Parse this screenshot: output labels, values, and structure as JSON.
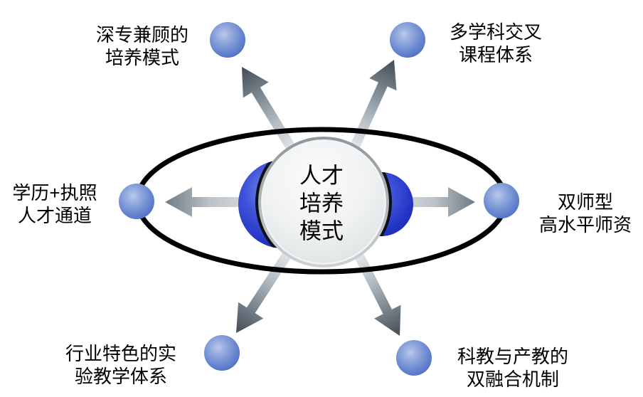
{
  "diagram": {
    "title": "人才培养模式",
    "center": {
      "line1": "人才",
      "line2": "培养",
      "line3": "模式"
    },
    "nodes": {
      "top_left": {
        "line1": "深专兼顾的",
        "line2": "培养模式"
      },
      "top_right": {
        "line1": "多学科交叉",
        "line2": "课程体系"
      },
      "left": {
        "line1": "学历+执照",
        "line2": "人才通道"
      },
      "right": {
        "line1": "双师型",
        "line2": "高水平师资"
      },
      "bottom_left": {
        "line1": "行业特色的实",
        "line2": "验教学体系"
      },
      "bottom_right": {
        "line1": "科教与产教的",
        "line2": "双融合机制"
      }
    },
    "colors": {
      "background": "#ffffff",
      "text": "#000000",
      "orbit_stroke": "#000000",
      "node_sphere_blue": "#4a69bd",
      "core_ring_blue": "#2334c4",
      "core_ring_dark_edge": "#0d1117",
      "center_circle_fill": "#eef0f1",
      "center_circle_rim": "#9aa0a5",
      "arrow_light": "#ffffff",
      "arrow_dark": "#414c56"
    }
  }
}
